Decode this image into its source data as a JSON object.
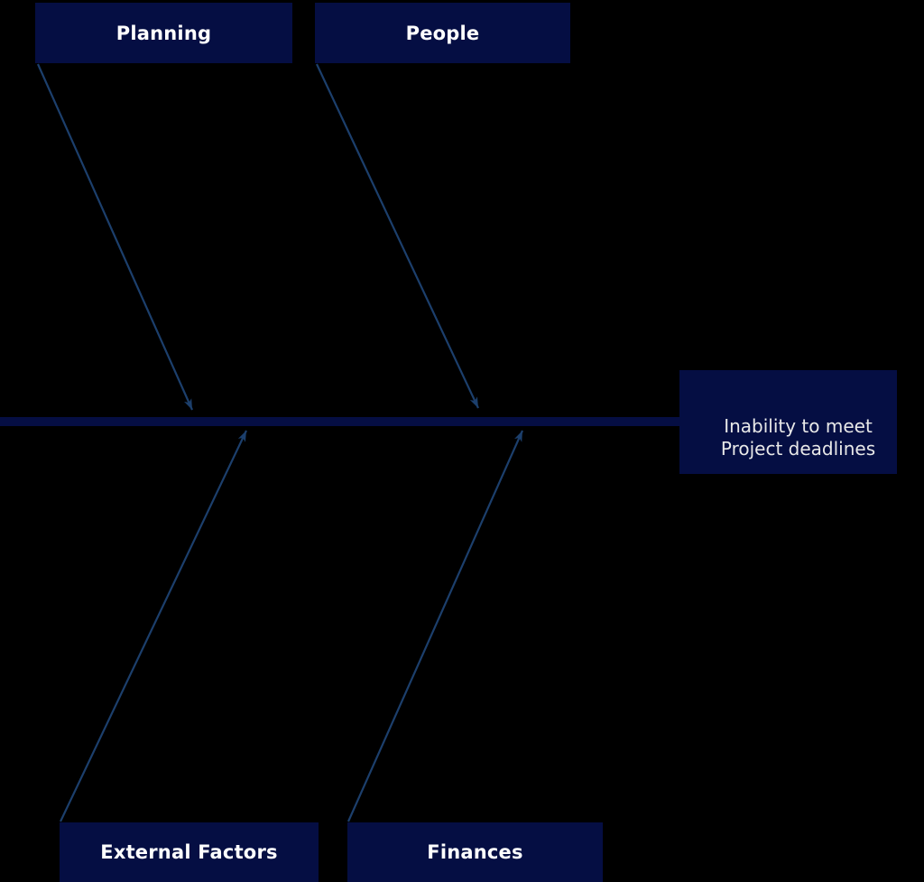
{
  "diagram": {
    "type": "fishbone-cause-effect",
    "effect": {
      "line1": "Inability to meet",
      "line2": "Project deadlines"
    },
    "categories": [
      {
        "label": "Planning",
        "position": "top-left"
      },
      {
        "label": "People",
        "position": "top-right"
      },
      {
        "label": "External Factors",
        "position": "bottom-left"
      },
      {
        "label": "Finances",
        "position": "bottom-right"
      }
    ]
  },
  "colors": {
    "bg": "#000000",
    "box_fill": "#050e43",
    "box_text": "#ffffff",
    "effect_text": "#e8e8e8",
    "arrow": "#1c3f6c"
  }
}
